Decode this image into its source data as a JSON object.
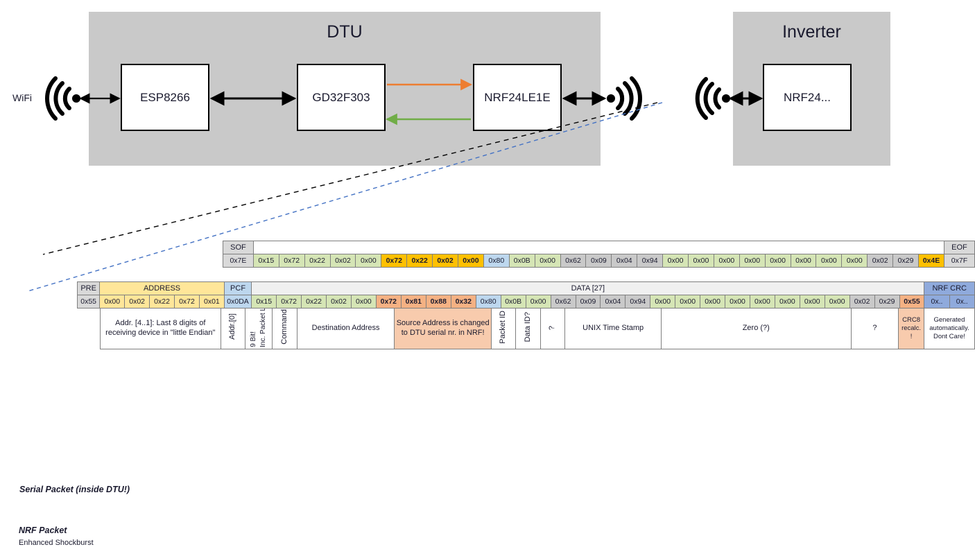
{
  "diagram": {
    "dtu": {
      "title": "DTU",
      "chips": [
        {
          "id": "esp8266",
          "label": "ESP8266"
        },
        {
          "id": "gd32f303",
          "label": "GD32F303"
        },
        {
          "id": "nrf24le1e",
          "label": "NRF24LE1E"
        }
      ],
      "wifi_label": "WiFi"
    },
    "inverter": {
      "title": "Inverter",
      "chips": [
        {
          "id": "nrf24",
          "label": "NRF24..."
        }
      ]
    },
    "colors": {
      "enclosure": "#c9c9c9",
      "tx_arrow": "#ed7d31",
      "rx_arrow": "#70ad47",
      "link_arrow": "#000000",
      "callout_serial": "#000000",
      "callout_nrf": "#4472c4"
    }
  },
  "serial_packet": {
    "label": "Serial Packet (inside DTU!)",
    "sof_header": "SOF",
    "eof_header": "EOF",
    "sof": "0x7E",
    "eof": "0x7F",
    "bytes": [
      {
        "v": "0x15",
        "fill": "f-green",
        "bold": false
      },
      {
        "v": "0x72",
        "fill": "f-green",
        "bold": false
      },
      {
        "v": "0x22",
        "fill": "f-green",
        "bold": false
      },
      {
        "v": "0x02",
        "fill": "f-green",
        "bold": false
      },
      {
        "v": "0x00",
        "fill": "f-green",
        "bold": false
      },
      {
        "v": "0x72",
        "fill": "f-gold",
        "bold": true
      },
      {
        "v": "0x22",
        "fill": "f-gold",
        "bold": true
      },
      {
        "v": "0x02",
        "fill": "f-gold",
        "bold": true
      },
      {
        "v": "0x00",
        "fill": "f-gold",
        "bold": true
      },
      {
        "v": "0x80",
        "fill": "f-blue",
        "bold": false
      },
      {
        "v": "0x0B",
        "fill": "f-green",
        "bold": false
      },
      {
        "v": "0x00",
        "fill": "f-green",
        "bold": false
      },
      {
        "v": "0x62",
        "fill": "f-stone",
        "bold": false
      },
      {
        "v": "0x09",
        "fill": "f-stone",
        "bold": false
      },
      {
        "v": "0x04",
        "fill": "f-stone",
        "bold": false
      },
      {
        "v": "0x94",
        "fill": "f-stone",
        "bold": false
      },
      {
        "v": "0x00",
        "fill": "f-green",
        "bold": false
      },
      {
        "v": "0x00",
        "fill": "f-green",
        "bold": false
      },
      {
        "v": "0x00",
        "fill": "f-green",
        "bold": false
      },
      {
        "v": "0x00",
        "fill": "f-green",
        "bold": false
      },
      {
        "v": "0x00",
        "fill": "f-green",
        "bold": false
      },
      {
        "v": "0x00",
        "fill": "f-green",
        "bold": false
      },
      {
        "v": "0x00",
        "fill": "f-green",
        "bold": false
      },
      {
        "v": "0x00",
        "fill": "f-green",
        "bold": false
      },
      {
        "v": "0x02",
        "fill": "f-stone",
        "bold": false
      },
      {
        "v": "0x29",
        "fill": "f-stone",
        "bold": false
      },
      {
        "v": "0x4E",
        "fill": "f-gold",
        "bold": true
      }
    ]
  },
  "nrf_packet": {
    "label": "NRF Packet",
    "sublabel": "Enhanced Shockburst",
    "headers": {
      "pre": "PRE",
      "address": "ADDRESS",
      "pcf": "PCF",
      "data": "DATA [27]",
      "crc": "NRF CRC"
    },
    "pre": "0x55",
    "address": [
      "0x00",
      "0x02",
      "0x22",
      "0x72",
      "0x01"
    ],
    "pcf": "0x0DA",
    "bytes": [
      {
        "v": "0x15",
        "fill": "f-green",
        "bold": false
      },
      {
        "v": "0x72",
        "fill": "f-green",
        "bold": false
      },
      {
        "v": "0x22",
        "fill": "f-green",
        "bold": false
      },
      {
        "v": "0x02",
        "fill": "f-green",
        "bold": false
      },
      {
        "v": "0x00",
        "fill": "f-green",
        "bold": false
      },
      {
        "v": "0x72",
        "fill": "f-salmon-dark",
        "bold": true
      },
      {
        "v": "0x81",
        "fill": "f-salmon-dark",
        "bold": true
      },
      {
        "v": "0x88",
        "fill": "f-salmon-dark",
        "bold": true
      },
      {
        "v": "0x32",
        "fill": "f-salmon-dark",
        "bold": true
      },
      {
        "v": "0x80",
        "fill": "f-blue",
        "bold": false
      },
      {
        "v": "0x0B",
        "fill": "f-green",
        "bold": false
      },
      {
        "v": "0x00",
        "fill": "f-green",
        "bold": false
      },
      {
        "v": "0x62",
        "fill": "f-stone",
        "bold": false
      },
      {
        "v": "0x09",
        "fill": "f-stone",
        "bold": false
      },
      {
        "v": "0x04",
        "fill": "f-stone",
        "bold": false
      },
      {
        "v": "0x94",
        "fill": "f-stone",
        "bold": false
      },
      {
        "v": "0x00",
        "fill": "f-green",
        "bold": false
      },
      {
        "v": "0x00",
        "fill": "f-green",
        "bold": false
      },
      {
        "v": "0x00",
        "fill": "f-green",
        "bold": false
      },
      {
        "v": "0x00",
        "fill": "f-green",
        "bold": false
      },
      {
        "v": "0x00",
        "fill": "f-green",
        "bold": false
      },
      {
        "v": "0x00",
        "fill": "f-green",
        "bold": false
      },
      {
        "v": "0x00",
        "fill": "f-green",
        "bold": false
      },
      {
        "v": "0x00",
        "fill": "f-green",
        "bold": false
      },
      {
        "v": "0x02",
        "fill": "f-stone",
        "bold": false
      },
      {
        "v": "0x29",
        "fill": "f-stone",
        "bold": false
      },
      {
        "v": "0x55",
        "fill": "f-salmon-dark",
        "bold": true
      }
    ],
    "crc": [
      "0x..",
      "0x.."
    ],
    "descriptions": {
      "address": "Addr. [4..1]:\nLast 8 digits of receiving device in \"little Endian\"",
      "addr0": "Addr.[0]",
      "pcf_bit": "9 Bit!",
      "pcf_len": "Inc. Packet Length",
      "command": "Command",
      "destination": "Destination Address",
      "source": "Source Address is changed to DTU serial nr. in NRF!",
      "packet_id": "Packet ID",
      "data_id": "Data ID?",
      "unknown1": "?",
      "timestamp": "UNIX Time Stamp",
      "zero": "Zero (?)",
      "unknown2": "?",
      "crc8": "CRC8 recalc. !",
      "nrf_crc": "Generated automatically. Dont Care!"
    }
  }
}
